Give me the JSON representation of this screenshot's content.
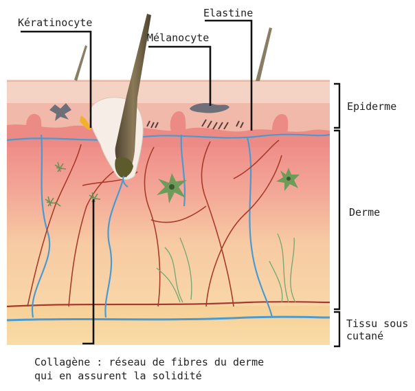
{
  "labels": {
    "keratinocyte": "Kératinocyte",
    "elastine": "Elastine",
    "melanocyte": "Mélanocyte",
    "epiderme": "Epiderme",
    "derme": "Derme",
    "tissu_line1": "Tissu sous",
    "tissu_line2": "cutané",
    "collagene_line1": "Collagène : réseau de fibres du derme",
    "collagene_line2": "qui en assurent la solidité"
  },
  "colors": {
    "epidermis_top": "#f4d3c4",
    "epidermis_band": "#f0b8a6",
    "basal_layer": "#ee8c7e",
    "dermis_upper": "#ee8787",
    "dermis_mid": "#f5b6a0",
    "dermis_lower": "#f8d5a6",
    "hypodermis": "#f7cf8a",
    "vessel_blue": "#4a9ad0",
    "vessel_red": "#a83a2a",
    "fiber_green": "#7aa870",
    "hair": "#6b5a40"
  },
  "icons": [
    "hair-shaft",
    "hair-follicle",
    "fibroblast-cell",
    "melanocyte-cell",
    "elastin-fibers",
    "collagen-fibers",
    "blood-vessel"
  ]
}
